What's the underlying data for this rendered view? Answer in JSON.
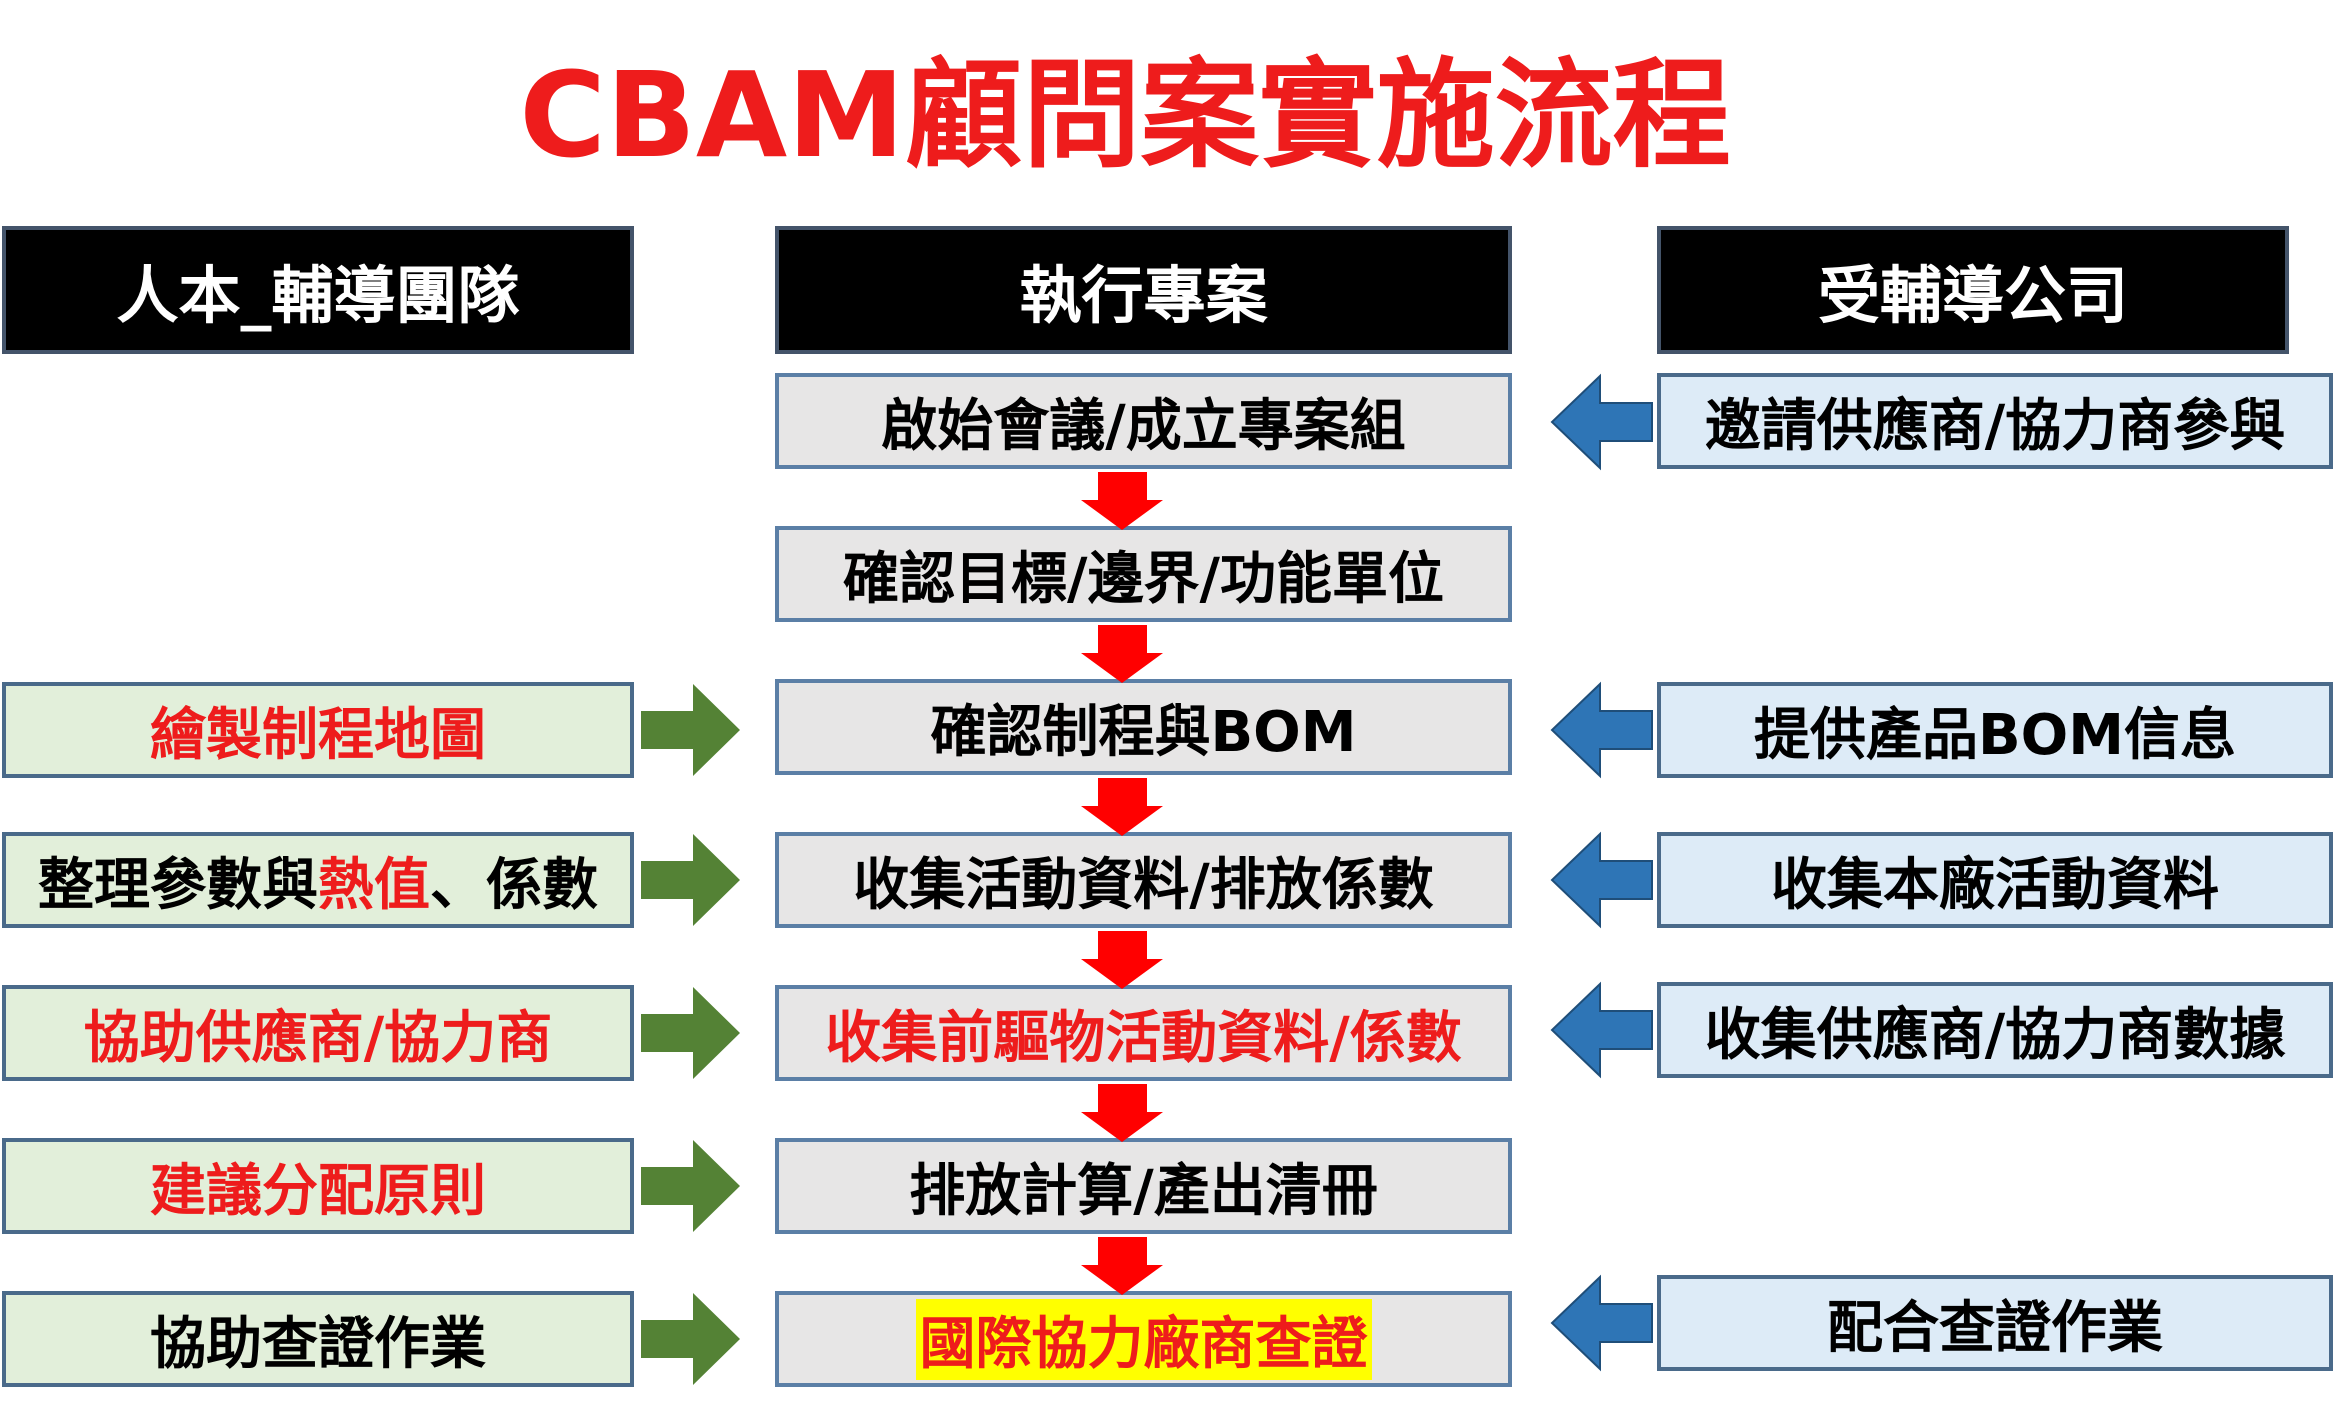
{
  "title": "CBAM顧問案實施流程",
  "headers": {
    "left": "人本_輔導團隊",
    "center": "執行專案",
    "right": "受輔導公司"
  },
  "center_steps": [
    "啟始會議/成立專案組",
    "確認目標/邊界/功能單位",
    "確認制程與BOM",
    "收集活動資料/排放係數",
    "收集前驅物活動資料/係數",
    "排放計算/產出清冊",
    "國際協力廠商查證"
  ],
  "left_items": {
    "step3": "繪製制程地圖",
    "step4_part1": "整理參數與",
    "step4_part2": "熱值",
    "step4_part3": "、係數",
    "step5": "協助供應商/協力商",
    "step6": "建議分配原則",
    "step7": "協助查證作業"
  },
  "right_items": {
    "step1": "邀請供應商/協力商參與",
    "step3": "提供產品BOM信息",
    "step4": "收集本廠活動資料",
    "step5": "收集供應商/協力商數據",
    "step7": "配合查證作業"
  },
  "colors": {
    "title": "#ee1c1c",
    "down_arrow": "#ff0000",
    "left_arrow": "#548235",
    "right_arrow": "#2e75b6",
    "highlight": "#ffff00"
  }
}
